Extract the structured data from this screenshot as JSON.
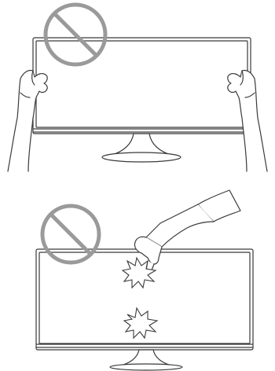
{
  "diagram": {
    "panels": [
      {
        "id": "panel-1",
        "prohibited": true,
        "icon": "no-symbol-icon",
        "subject": "monitor-held-by-hands-icon",
        "colors": {
          "prohibition": "#9a9a9a",
          "line": "#3a3a3a",
          "screen_fill": "#ffffff"
        }
      },
      {
        "id": "panel-2",
        "prohibited": true,
        "icon": "no-symbol-icon",
        "subject": "finger-pressing-screen-icon",
        "impact_marks": 2,
        "colors": {
          "prohibition": "#9a9a9a",
          "line": "#3a3a3a",
          "screen_fill": "#ffffff"
        }
      }
    ]
  }
}
